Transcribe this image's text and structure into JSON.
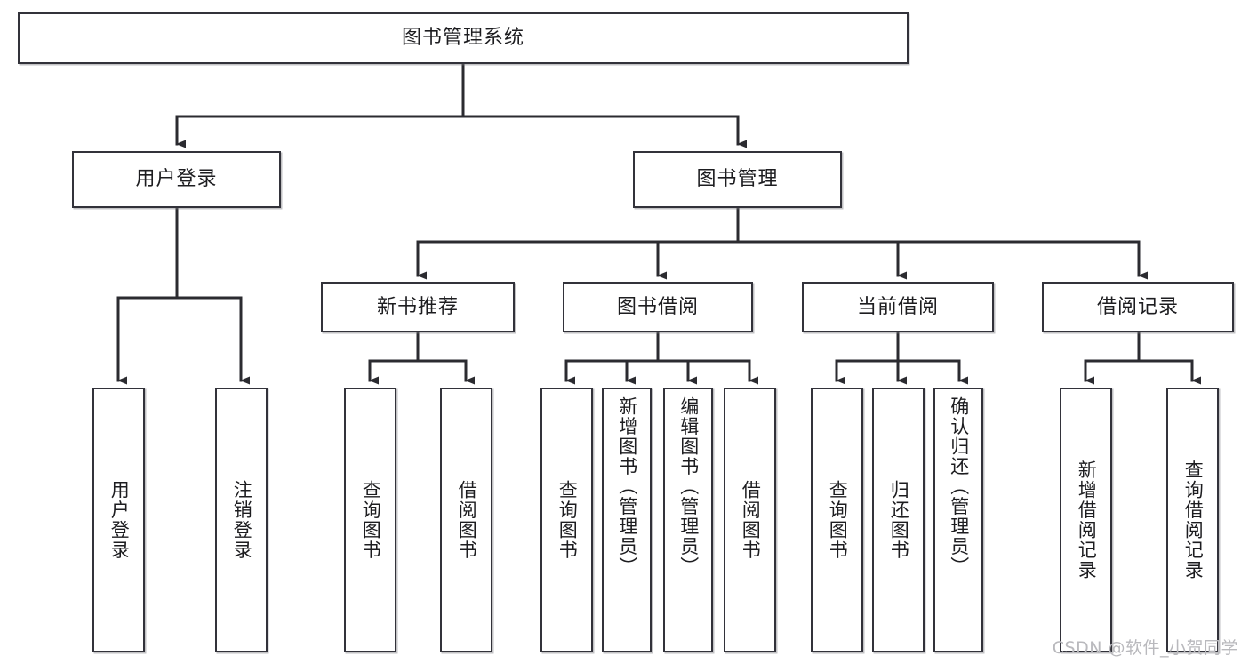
{
  "diagram": {
    "title": "图书管理系统",
    "type": "tree",
    "root": {
      "id": "root",
      "label": "图书管理系统",
      "orientation": "horizontal"
    },
    "level2": [
      {
        "id": "user-login",
        "label": "用户登录",
        "orientation": "horizontal"
      },
      {
        "id": "book-management",
        "label": "图书管理",
        "orientation": "horizontal"
      }
    ],
    "level3": [
      {
        "id": "new-book-recommend",
        "label": "新书推荐",
        "parent": "book-management",
        "orientation": "horizontal"
      },
      {
        "id": "book-borrow",
        "label": "图书借阅",
        "parent": "book-management",
        "orientation": "horizontal"
      },
      {
        "id": "current-borrow",
        "label": "当前借阅",
        "parent": "book-management",
        "orientation": "horizontal"
      },
      {
        "id": "borrow-record",
        "label": "借阅记录",
        "parent": "book-management",
        "orientation": "horizontal"
      }
    ],
    "leaves": [
      {
        "id": "leaf-user-login",
        "label": "用户登录",
        "parent": "user-login",
        "align": "middle"
      },
      {
        "id": "leaf-user-logout",
        "label": "注销登录",
        "parent": "user-login",
        "align": "middle"
      },
      {
        "id": "leaf-query-book-1",
        "label": "查询图书",
        "parent": "new-book-recommend",
        "align": "middle"
      },
      {
        "id": "leaf-borrow-book-1",
        "label": "借阅图书",
        "parent": "new-book-recommend",
        "align": "middle"
      },
      {
        "id": "leaf-query-book-2",
        "label": "查询图书",
        "parent": "book-borrow",
        "align": "middle"
      },
      {
        "id": "leaf-add-book",
        "label": "新增图书（管理员）",
        "parent": "book-borrow",
        "align": "top"
      },
      {
        "id": "leaf-edit-book",
        "label": "编辑图书（管理员）",
        "parent": "book-borrow",
        "align": "top"
      },
      {
        "id": "leaf-borrow-book-2",
        "label": "借阅图书",
        "parent": "book-borrow",
        "align": "middle"
      },
      {
        "id": "leaf-query-book-3",
        "label": "查询图书",
        "parent": "current-borrow",
        "align": "middle"
      },
      {
        "id": "leaf-return-book",
        "label": "归还图书",
        "parent": "current-borrow",
        "align": "middle"
      },
      {
        "id": "leaf-confirm-return",
        "label": "确认归还（管理员）",
        "parent": "current-borrow",
        "align": "top"
      },
      {
        "id": "leaf-add-record",
        "label": "新增借阅记录",
        "parent": "borrow-record",
        "align": "middle"
      },
      {
        "id": "leaf-query-record",
        "label": "查询借阅记录",
        "parent": "borrow-record",
        "align": "middle"
      }
    ]
  },
  "watermark": {
    "text": "CSDN @软件_小贺同学"
  },
  "colors": {
    "box_border": "#32323a",
    "box_fill": "#ffffff",
    "connector": "#2b2b30",
    "text": "#1d1d20",
    "watermark": "#b9b9bd",
    "background": "#ffffff"
  }
}
